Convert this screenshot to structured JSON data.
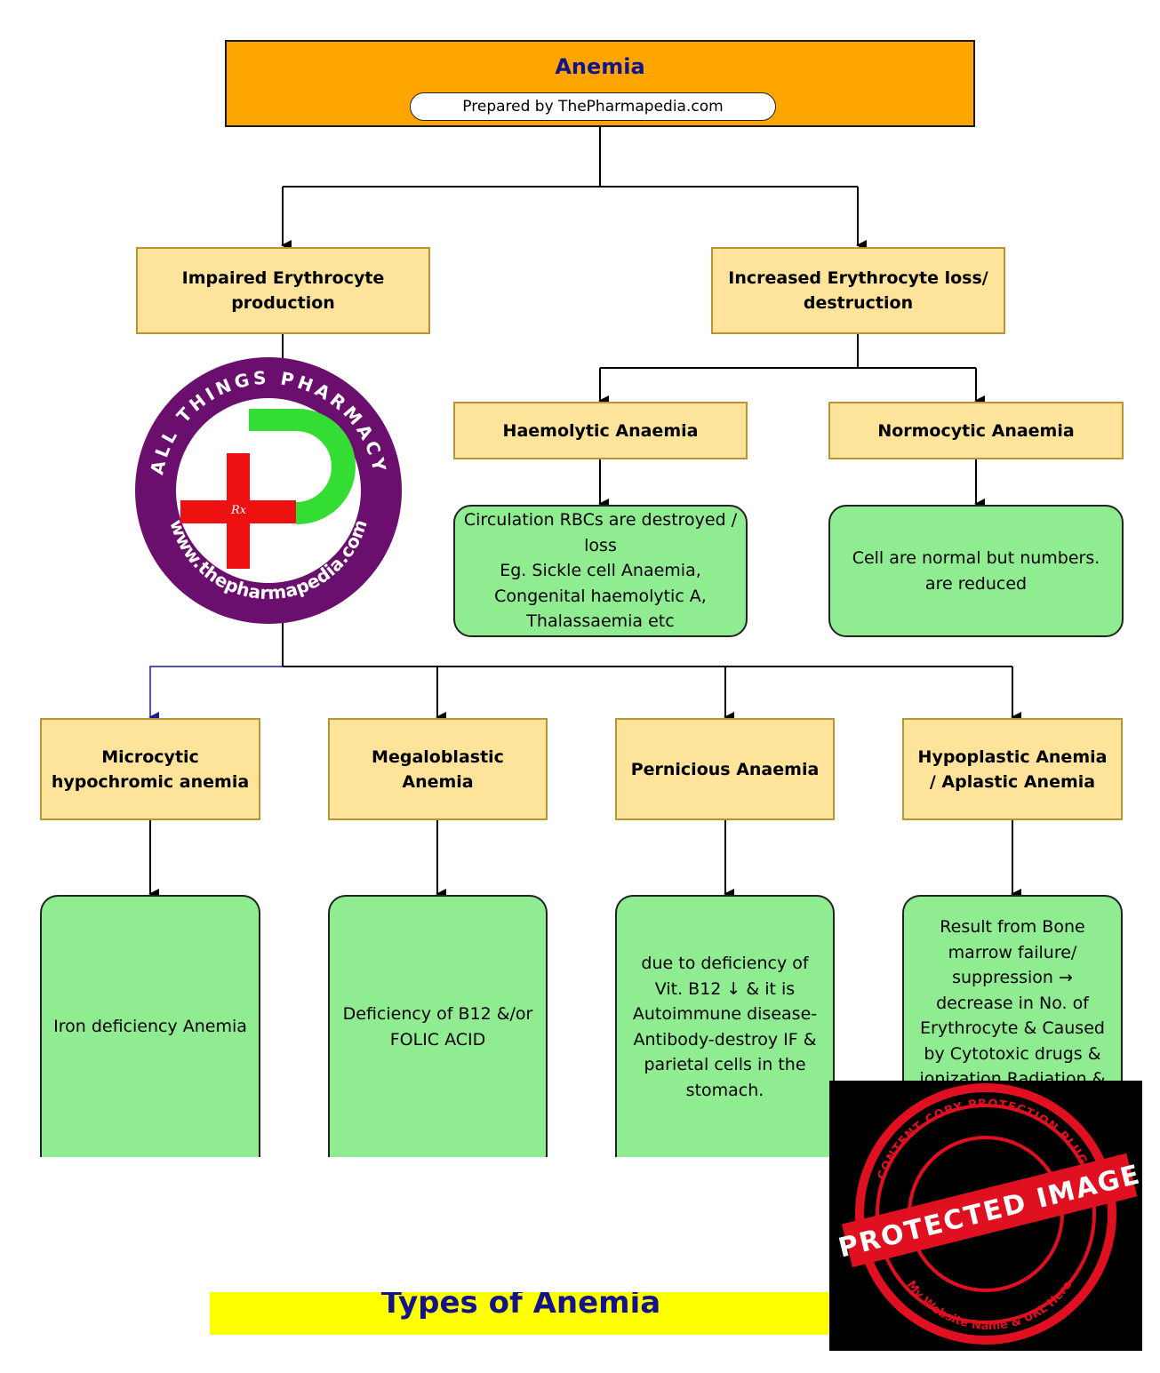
{
  "root": {
    "title": "Anemia",
    "subtitle": "Prepared by ThePharmapedia.com"
  },
  "colors": {
    "root_fill": "#ffa500",
    "category_fill": "#fde49a",
    "description_fill": "#90ec90",
    "title_text": "#13138a",
    "banner_fill": "#ffff00"
  },
  "branches": {
    "impaired": "Impaired Erythrocyte production",
    "increased": "Increased Erythrocyte loss/ destruction"
  },
  "loss_types": [
    {
      "title": "Haemolytic Anaemia",
      "desc": "Circulation RBCs are destroyed / loss\nEg. Sickle cell Anaemia, Congenital haemolytic A, Thalassaemia etc"
    },
    {
      "title": "Normocytic Anaemia",
      "desc": "Cell are normal but numbers. are reduced"
    }
  ],
  "production_types": [
    {
      "title": "Microcytic hypochromic anemia",
      "desc": "Iron deficiency Anemia"
    },
    {
      "title": "Megaloblastic Anemia",
      "desc": "Deficiency of B12 &/or FOLIC ACID"
    },
    {
      "title": "Pernicious Anaemia",
      "desc": "due to deficiency of Vit. B12 ↓ & it is Autoimmune disease- Antibody-destroy IF & parietal cells in the stomach."
    },
    {
      "title": "Hypoplastic Anemia / Aplastic Anemia",
      "desc": "Result from Bone marrow failure/ suppression → decrease in No. of Erythrocyte & Caused by Cytotoxic drugs & ionization Radiation &"
    }
  ],
  "watermark_logo": {
    "ring_text_top": "ALL THINGS PHARMACY",
    "ring_text_bottom": "www.thepharmapedia.com",
    "mark": "Rx",
    "ring_color": "#6a0f6e",
    "cross_color": "#ee1111",
    "p_color": "#33dd33"
  },
  "protection_stamp": {
    "main_text": "PROTECTED IMAGE",
    "ring_text_top": "CONTENT COPY PROTECTION PLUGIN",
    "ring_text_bottom": "My Website Name & URL Here",
    "stamp_color": "#e01020",
    "background": "#000000"
  },
  "footer_banner": {
    "text": "Types of Anemia"
  }
}
